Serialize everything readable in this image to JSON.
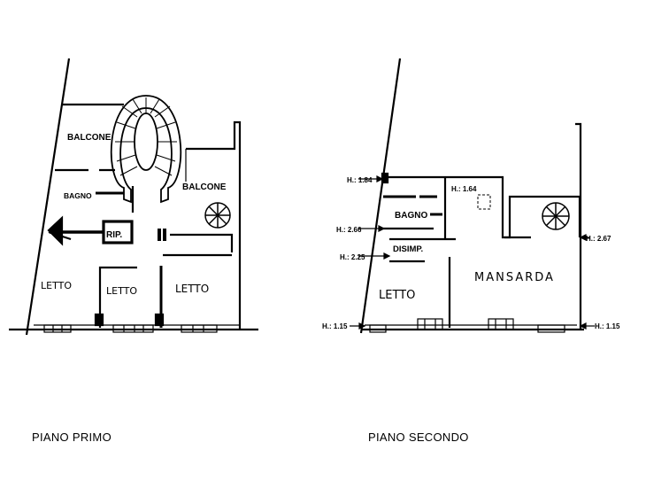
{
  "plans": [
    {
      "title": "PIANO PRIMO",
      "rooms": {
        "balcone_left": "BALCONE",
        "balcone_right": "BALCONE",
        "bagno": "BAGNO",
        "rip": "RIP.",
        "letto_1": "LETTO",
        "letto_2": "LETTO",
        "letto_3": "LETTO"
      }
    },
    {
      "title": "PIANO SECONDO",
      "rooms": {
        "bagno": "BAGNO",
        "disimp": "DISIMP.",
        "mansarda": "MANSARDA",
        "letto": "LETTO"
      },
      "heights": {
        "h184": "H.: 1.84",
        "h164": "H.: 1.64",
        "h266": "H.: 2.66",
        "h225": "H.: 2.25",
        "h267": "H.: 2.67",
        "h115_left": "H.: 1.15",
        "h115_right": "H.: 1.15"
      }
    }
  ]
}
